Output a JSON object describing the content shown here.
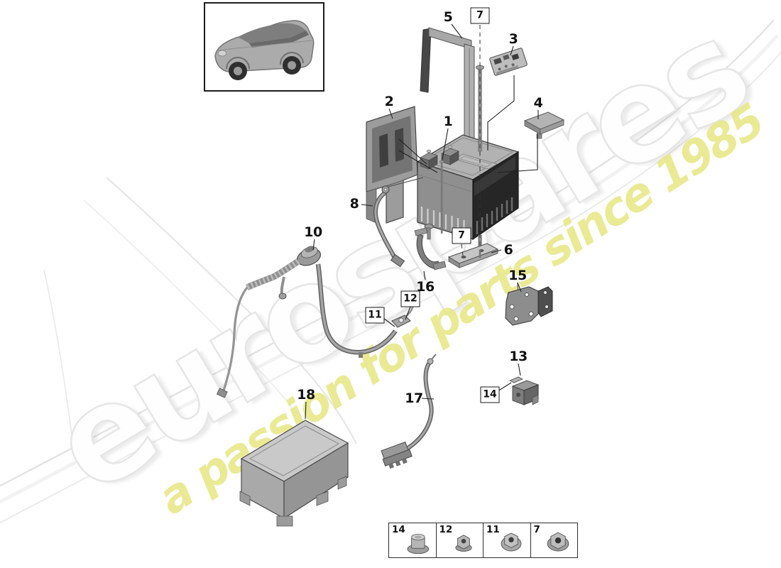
{
  "diagram": {
    "vehicle_thumbnail_icon": "porsche-cayenne-suv",
    "watermark": {
      "brand": "eurospares",
      "tagline": "a passion for parts since 1985",
      "brand_color": "#ffffff",
      "brand_outline_color": "#e6e6e6",
      "tagline_color": "#e8e88a"
    },
    "callouts": {
      "battery": "1",
      "partition_panel": "2",
      "battery_monitor": "3",
      "cover": "4",
      "hold_down_strap": "5",
      "clamp_plate": "6",
      "bolt": "7",
      "ground_cable": "8",
      "wiring_harness": "10",
      "hex_nut": "11",
      "cap_nut": "12",
      "cable_holder": "13",
      "flange_nut": "14",
      "bracket": "15",
      "clamp": "16",
      "battery_cable": "17",
      "battery_tray": "18"
    },
    "fastener_legend": [
      {
        "label": "14",
        "icon": "cap-nut-icon"
      },
      {
        "label": "12",
        "icon": "hex-nut-icon"
      },
      {
        "label": "11",
        "icon": "flange-nut-icon"
      },
      {
        "label": "7",
        "icon": "flange-nut-large-icon"
      }
    ]
  }
}
